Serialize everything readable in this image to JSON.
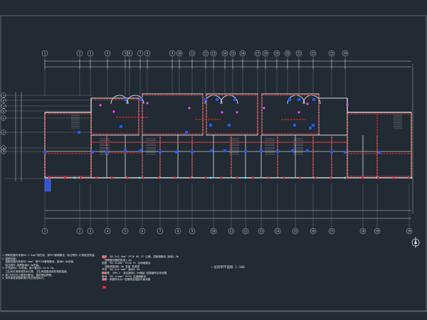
{
  "colors": {
    "background": "#222a33",
    "wall": "#c8ccd2",
    "wiring": "#ff2a2a",
    "fixture": "#1f5cff",
    "dimension": "#cfd3d8",
    "accent_magenta": "#ff40ff",
    "accent_cyan": "#40ffff"
  },
  "grid": {
    "top_axes": [
      "1",
      "2",
      "3",
      "4",
      "5",
      "6",
      "7",
      "8",
      "9",
      "10",
      "11",
      "12",
      "13",
      "14",
      "15",
      "16",
      "17",
      "18",
      "19",
      "20",
      "21",
      "22",
      "23",
      "24"
    ],
    "bottom_axes": [
      "1",
      "2",
      "3",
      "4",
      "5",
      "6",
      "7",
      "8",
      "9",
      "10",
      "11",
      "12",
      "13",
      "14",
      "15",
      "16",
      "17",
      "18",
      "19",
      "20"
    ],
    "left_axes": [
      "A",
      "B",
      "C",
      "D",
      "E",
      "F",
      "G",
      "H"
    ]
  },
  "drawing_title": "一层照明平面图  1:100",
  "notes_left": [
    "1.照明线路均采用BV-2.5mm²铜芯线，穿PVC管暗敷设，除注明外—灯具吸顶安装。",
    "2.插座回路：",
    "  插座线路均采用BV-4mm² 穿PC20管暗敷设，距地0.3m安装，",
    "  除注明外—插座距地0.3m安装。",
    "3.开关距地1.3m安装，距门框边0.15~0.2m。",
    "  卫生间灯具采用防水灯具，卫生间插座选用防溅型插座。",
    "4.施工时应与土建密切配合，做好预留预埋。",
    "5.未尽事宜按国家现行有关规范执行。"
  ],
  "notes_right": [
    "照明  BV-2×2.5mm² PC16 WC CC 沿墙、顶板暗敷设 距地2.5m",
    "  照明配电箱底距地1.5m",
    "插座  BV-3×4mm² PC20 FC 沿地暗敷设",
    "  插座底距地0.3m 安装 防溅型",
    "开关  BV-2×2.5mm² 距地1.3m",
    "配电箱  XRM-2  底边距地1.5m暗装 回路编号见系统图",
    "接地  BV-1×4mm² PC16 沿墙暗敷设",
    "说明：本图所示为一层照明及插座平面布置"
  ]
}
